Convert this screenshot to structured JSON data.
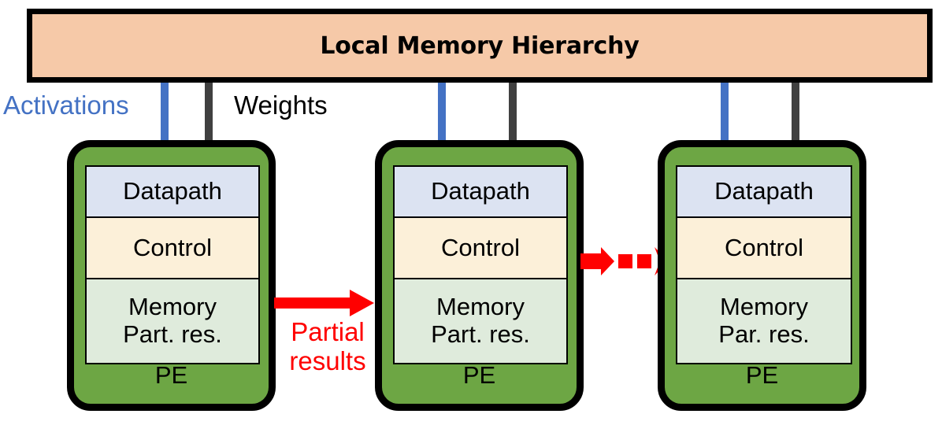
{
  "diagram": {
    "title": "Local Memory Hierarchy"
  },
  "memory_hierarchy": {
    "label": "Local Memory Hierarchy",
    "fill_color": "#F6C9A8",
    "border_color": "#000000"
  },
  "legend": {
    "activations": {
      "label": "Activations",
      "color": "#4472C4"
    },
    "weights": {
      "label": "Weights",
      "color": "#404040"
    }
  },
  "feed_arrows": {
    "activations_color": "#4472C4",
    "weights_color": "#404040"
  },
  "pe_units": [
    {
      "id": "pe-1",
      "name": "PE",
      "sections": [
        {
          "key": "datapath",
          "lines": [
            "Datapath"
          ],
          "color": "#DCE3F2"
        },
        {
          "key": "control",
          "lines": [
            "Control"
          ],
          "color": "#FCF0D9"
        },
        {
          "key": "memory",
          "lines": [
            "Memory",
            "Part. res."
          ],
          "color": "#DFEBDC"
        }
      ],
      "fill_color": "#6DA644"
    },
    {
      "id": "pe-2",
      "name": "PE",
      "sections": [
        {
          "key": "datapath",
          "lines": [
            "Datapath"
          ],
          "color": "#DCE3F2"
        },
        {
          "key": "control",
          "lines": [
            "Control"
          ],
          "color": "#FCF0D9"
        },
        {
          "key": "memory",
          "lines": [
            "Memory",
            "Part. res."
          ],
          "color": "#DFEBDC"
        }
      ],
      "fill_color": "#6DA644"
    },
    {
      "id": "pe-3",
      "name": "PE",
      "sections": [
        {
          "key": "datapath",
          "lines": [
            "Datapath"
          ],
          "color": "#DCE3F2"
        },
        {
          "key": "control",
          "lines": [
            "Control"
          ],
          "color": "#FCF0D9"
        },
        {
          "key": "memory",
          "lines": [
            "Memory",
            "Par. res."
          ],
          "color": "#DFEBDC"
        }
      ],
      "fill_color": "#6DA644"
    }
  ],
  "connections": {
    "partial_results": {
      "label_line1": "Partial",
      "label_line2": "results",
      "color": "#FF0000",
      "style": "solid"
    },
    "continuation": {
      "color": "#FF0000",
      "style": "dashed"
    }
  }
}
